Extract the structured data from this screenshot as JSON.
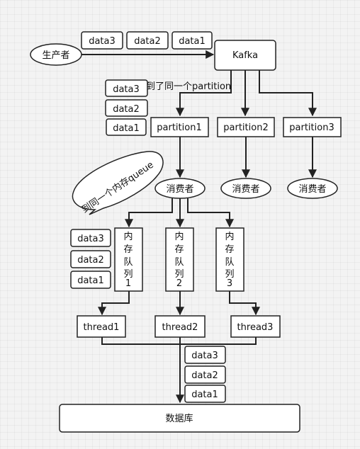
{
  "producer": "生产者",
  "kafka": "Kafka",
  "message_labels": [
    "data3",
    "data2",
    "data1"
  ],
  "same_partition_note": "到了同一个partition",
  "partitions": [
    "partition1",
    "partition2",
    "partition3"
  ],
  "consumers": [
    "消费者",
    "消费者",
    "消费者"
  ],
  "callout": "到同一个内存queue",
  "queues": [
    [
      "内",
      "存",
      "队",
      "列",
      "1"
    ],
    [
      "内",
      "存",
      "队",
      "列",
      "2"
    ],
    [
      "内",
      "存",
      "队",
      "列",
      "3"
    ]
  ],
  "threads": [
    "thread1",
    "thread2",
    "thread3"
  ],
  "database": "数据库"
}
